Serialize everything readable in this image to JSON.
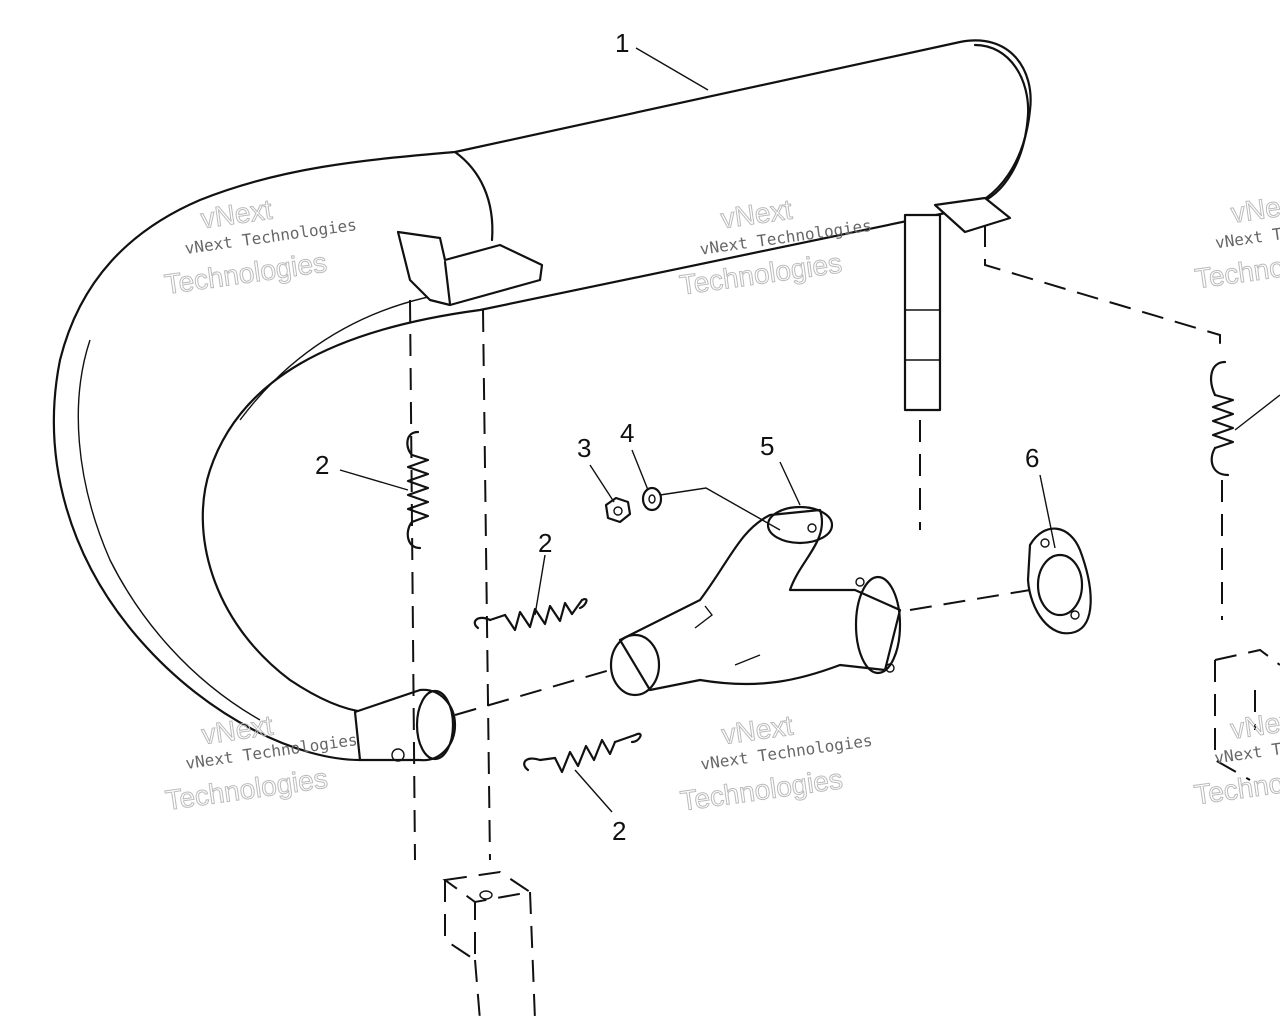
{
  "callouts": {
    "c1": "1",
    "c2a": "2",
    "c2b": "2",
    "c2c": "2",
    "c3": "3",
    "c4": "4",
    "c5": "5",
    "c6": "6"
  },
  "watermark": {
    "small": "vNext Technologies",
    "large_top": "vNext",
    "large_bottom": "Technologies"
  }
}
